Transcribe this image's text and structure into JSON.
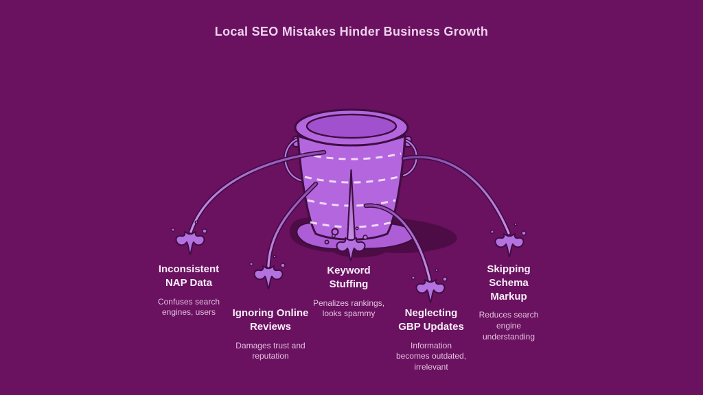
{
  "title": "Local SEO Mistakes Hinder Business Growth",
  "illustration": {
    "icon": "leaking-bucket-icon",
    "leak_count": 5
  },
  "colors": {
    "background": "#6a1160",
    "bucket_fill": "#b466de",
    "bucket_inner": "#a151ce",
    "outline": "#3e0e41",
    "stream_light": "#c98fea",
    "stream_dark": "#8a49b2",
    "puddle": "#ad5ed6",
    "puddle_shadow": "#4e0c46",
    "dash_line": "#f4e3f7",
    "title_text": "#eed2ec",
    "heading_text": "#f9eef9",
    "description_text": "#e2c1de"
  },
  "mistakes": [
    {
      "heading": "Inconsistent\nNAP Data",
      "description": "Confuses search\nengines, users"
    },
    {
      "heading": "Ignoring Online\nReviews",
      "description": "Damages trust and\nreputation"
    },
    {
      "heading": "Keyword\nStuffing",
      "description": "Penalizes rankings,\nlooks spammy"
    },
    {
      "heading": "Neglecting\nGBP Updates",
      "description": "Information\nbecomes outdated,\nirrelevant"
    },
    {
      "heading": "Skipping\nSchema\nMarkup",
      "description": "Reduces search\nengine\nunderstanding"
    }
  ]
}
